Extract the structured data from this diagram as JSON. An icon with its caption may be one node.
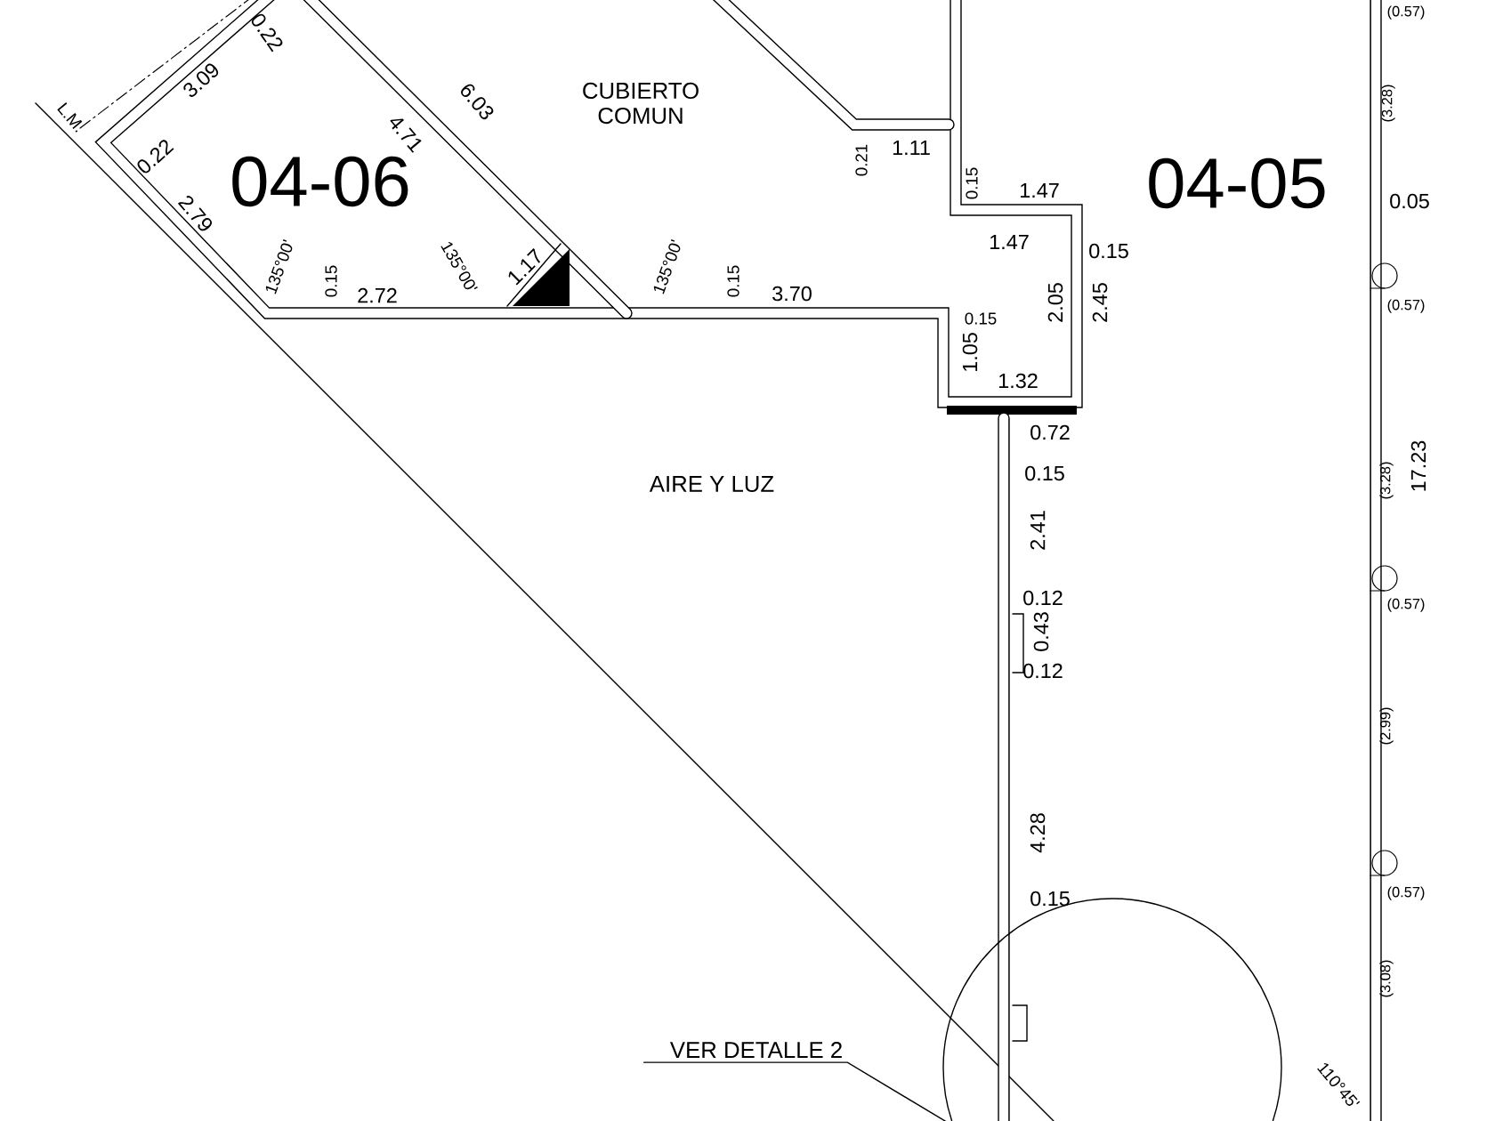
{
  "diagram": {
    "nodes": [
      {
        "text": [
          "VER DETALLE 2"
        ]
      },
      {
        "text": [],
        "shape": "circle"
      }
    ],
    "edges": [
      {
        "from": 0,
        "to": 1,
        "arrow": "none"
      }
    ],
    "labels": [
      "L.M.",
      "0.22",
      "3.09",
      "0.22",
      "2.79",
      "04-06",
      "4.71",
      "6.03",
      "CUBIERTO COMUN",
      "135°00'",
      "0.15",
      "2.72",
      "135°00'",
      "1.17",
      "135°00'",
      "0.15",
      "3.70",
      "0.21",
      "1.11",
      "0.15",
      "1.47",
      "04-05",
      "(0.57)",
      "(3.28)",
      "0.05",
      "1.47",
      "0.15",
      "(0.57)",
      "2.05",
      "2.45",
      "0.15",
      "1.05",
      "1.32",
      "0.72",
      "0.15",
      "(3.28)",
      "17.23",
      "2.41",
      "AIRE Y LUZ",
      "0.12",
      "(0.57)",
      "0.43",
      "0.12",
      "(2.99)",
      "4.28",
      "0.15",
      "(0.57)",
      "(3.08)",
      "110°45'"
    ]
  }
}
